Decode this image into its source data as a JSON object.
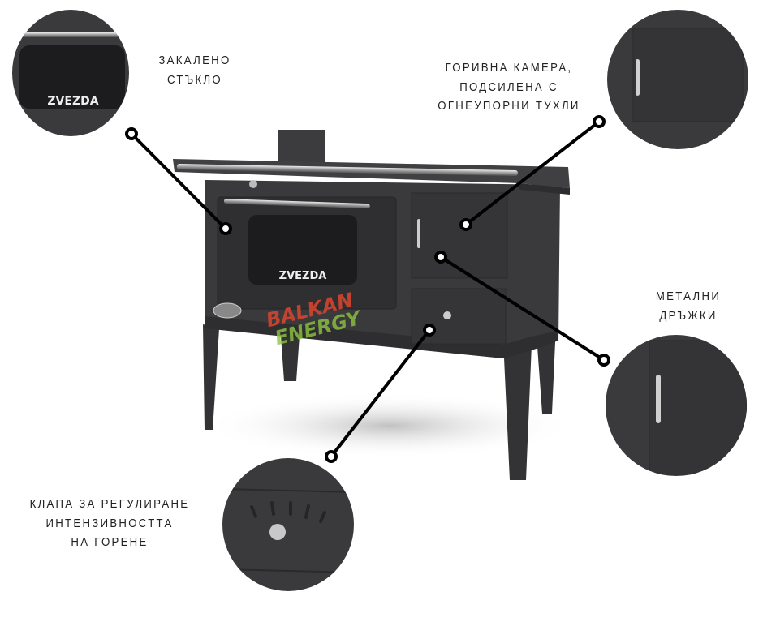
{
  "callouts": {
    "glass": {
      "lines": [
        "ЗАКАЛЕНО",
        "СТЪКЛО"
      ]
    },
    "firebox": {
      "lines": [
        "ГОРИВНА КАМЕРА,",
        "ПОДСИЛЕНА С",
        "ОГНЕУПОРНИ ТУХЛИ"
      ]
    },
    "handles": {
      "lines": [
        "МЕТАЛНИ",
        "ДРЪЖКИ"
      ]
    },
    "damper": {
      "lines": [
        "КЛАПА ЗА РЕГУЛИРАНЕ",
        "ИНТЕНЗИВНОСТТА",
        "НА ГОРЕНЕ"
      ]
    }
  },
  "brand": {
    "stove_logo": "ZVEZDA",
    "watermark_line1": "BALKAN",
    "watermark_line2": "ENERGY"
  },
  "colors": {
    "body": "#3a3a3c",
    "dark": "#2b2b2d",
    "glass": "#1c1c1e",
    "chrome": "#c8c8c8",
    "callout_line": "#000000"
  }
}
